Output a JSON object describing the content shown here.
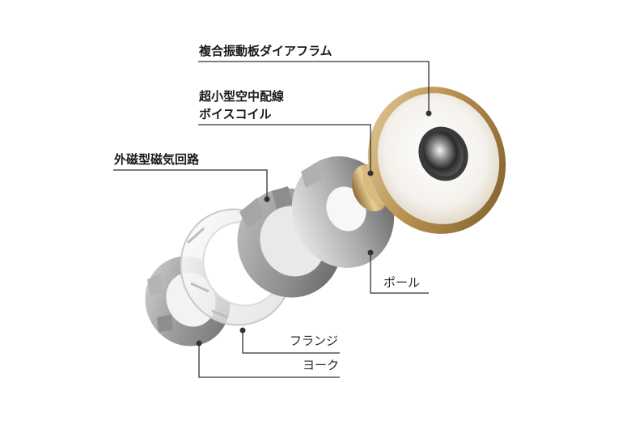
{
  "labels": {
    "diaphragm": "複合振動板ダイアフラム",
    "voice_coil_line1": "超小型空中配線",
    "voice_coil_line2": "ボイスコイル",
    "magnetic_circuit": "外磁型磁気回路",
    "pole": "ポール",
    "flange": "フランジ",
    "yoke": "ヨーク"
  },
  "colors": {
    "leader_line": "#333333",
    "gold": "#c9a46a",
    "metal": "#9d9d9d"
  }
}
